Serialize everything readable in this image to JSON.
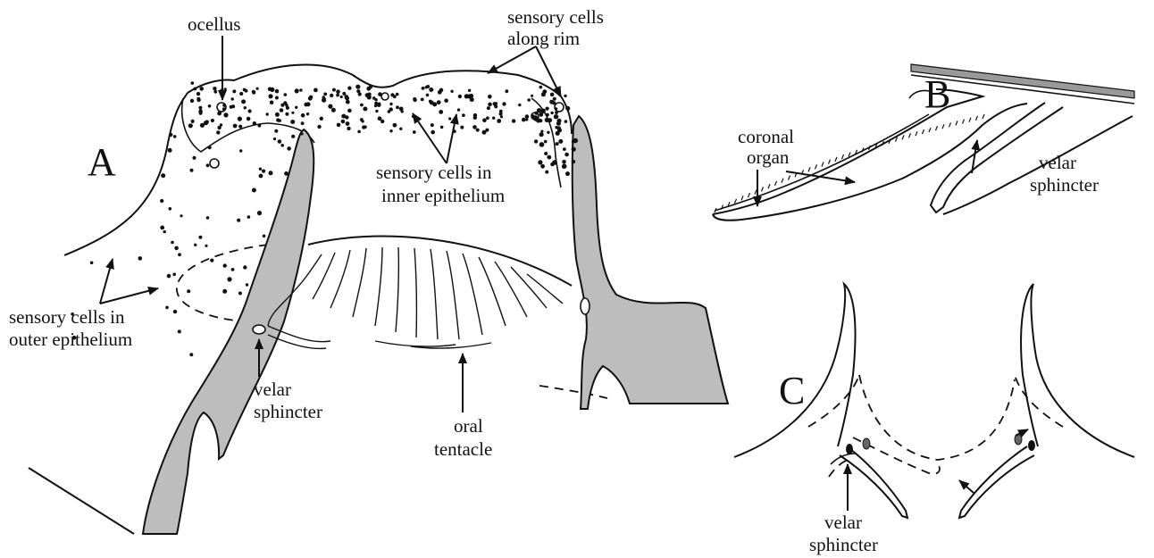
{
  "panels": {
    "a": "A",
    "b": "B",
    "c": "C"
  },
  "labels": {
    "ocellus": "ocellus",
    "rim_1": "sensory cells",
    "rim_2": "along rim",
    "inner_1": "sensory cells in",
    "inner_2": "inner epithelium",
    "outer_1": "sensory cells in",
    "outer_2": "outer epithelium",
    "velar_a_1": "velar",
    "velar_a_2": "sphincter",
    "oral_1": "oral",
    "oral_2": "tentacle",
    "coronal_1": "coronal",
    "coronal_2": "organ",
    "velar_b_1": "velar",
    "velar_b_2": "sphincter",
    "velar_c_1": "velar",
    "velar_c_2": "sphincter"
  },
  "colors": {
    "ink": "#111111",
    "tissue_grey": "#bdbdbd",
    "background": "#ffffff"
  }
}
